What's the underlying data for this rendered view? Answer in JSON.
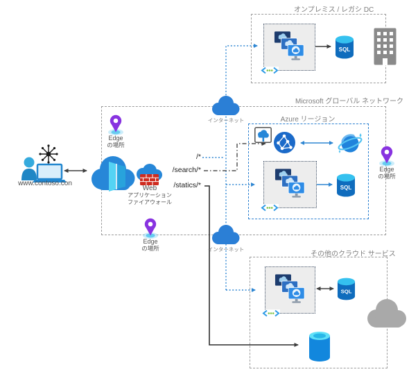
{
  "diagram": {
    "user": {
      "domain": "www.contoso.con"
    },
    "routes": {
      "wildcard": "/*",
      "search": "/search/*",
      "statics": "/statics/*"
    },
    "waf": {
      "line1": "Web",
      "line2": "アプリケーション",
      "line3": "ファイアウォール"
    },
    "edge_pin": {
      "line1": "Edge",
      "line2": "の場所"
    },
    "internet_label": "インターネット",
    "boxes": {
      "onprem_title": "オンプレミス / レガシ DC",
      "global_title": "Microsoft グローバル ネットワーク",
      "region_title": "Azure リージョン",
      "other_title": "その他のクラウド サービス"
    },
    "sql_label": "SQL",
    "colors": {
      "azure_blue": "#0078d4",
      "line_blue": "#2e86d2",
      "dark_line": "#3d3d3d",
      "box_border": "#9b9b9b",
      "region_border": "#2a7fd0",
      "label_gray": "#7d7d7d",
      "pin_purple": "#8833e0",
      "waf_red": "#cf2b1f"
    }
  }
}
